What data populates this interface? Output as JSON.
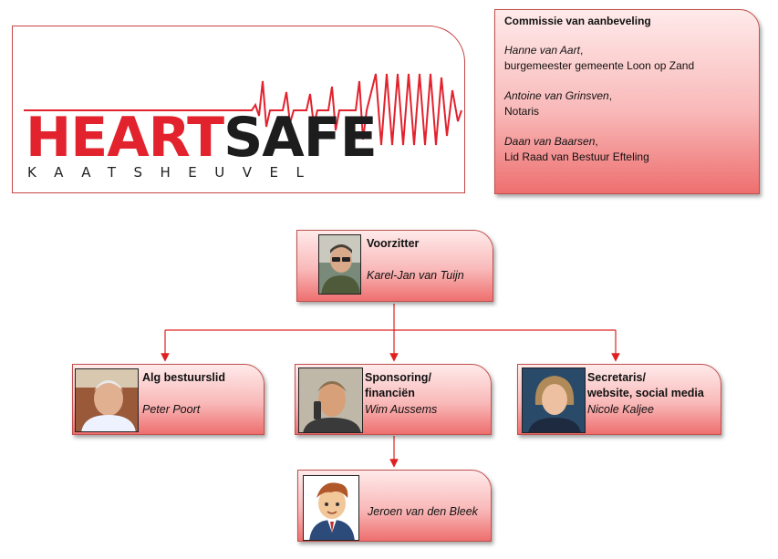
{
  "logo": {
    "word_red": "HEART",
    "word_dark": "SAFE",
    "subtitle": "KAATSHEUVEL",
    "colors": {
      "red": "#e2222d",
      "dark": "#1d1d1d",
      "ecg": "#e2222d"
    }
  },
  "commissie": {
    "title": "Commissie van aanbeveling",
    "members": [
      {
        "name": "Hanne van Aart",
        "suffix": ",",
        "role": "burgemeester gemeente Loon op Zand"
      },
      {
        "name": "Antoine van Grinsven",
        "suffix": ",",
        "role": "Notaris"
      },
      {
        "name": "Daan van Baarsen",
        "suffix": ",",
        "role": "Lid Raad van Bestuur Efteling"
      }
    ]
  },
  "org": {
    "voorzitter": {
      "role": "Voorzitter",
      "name": "Karel-Jan van Tuijn"
    },
    "bestuurslid": {
      "role": "Alg bestuurslid",
      "name": "Peter Poort"
    },
    "sponsoring": {
      "role": "Sponsoring/",
      "role2": "financiën",
      "name": "Wim Aussems"
    },
    "secretaris": {
      "role": "Secretaris/",
      "role2": "website, social media",
      "name": "Nicole Kaljee"
    },
    "bleek": {
      "role": "",
      "name": "Jeroen van den Bleek"
    }
  },
  "colors": {
    "card_border": "#c0504d",
    "connector": "#e02020",
    "card_top": "#ffeaea",
    "card_bottom": "#ee6f6f"
  },
  "icons": [
    "ecg-waveform-icon",
    "person-photo",
    "avatar-cartoon-icon",
    "arrow-down-icon"
  ]
}
